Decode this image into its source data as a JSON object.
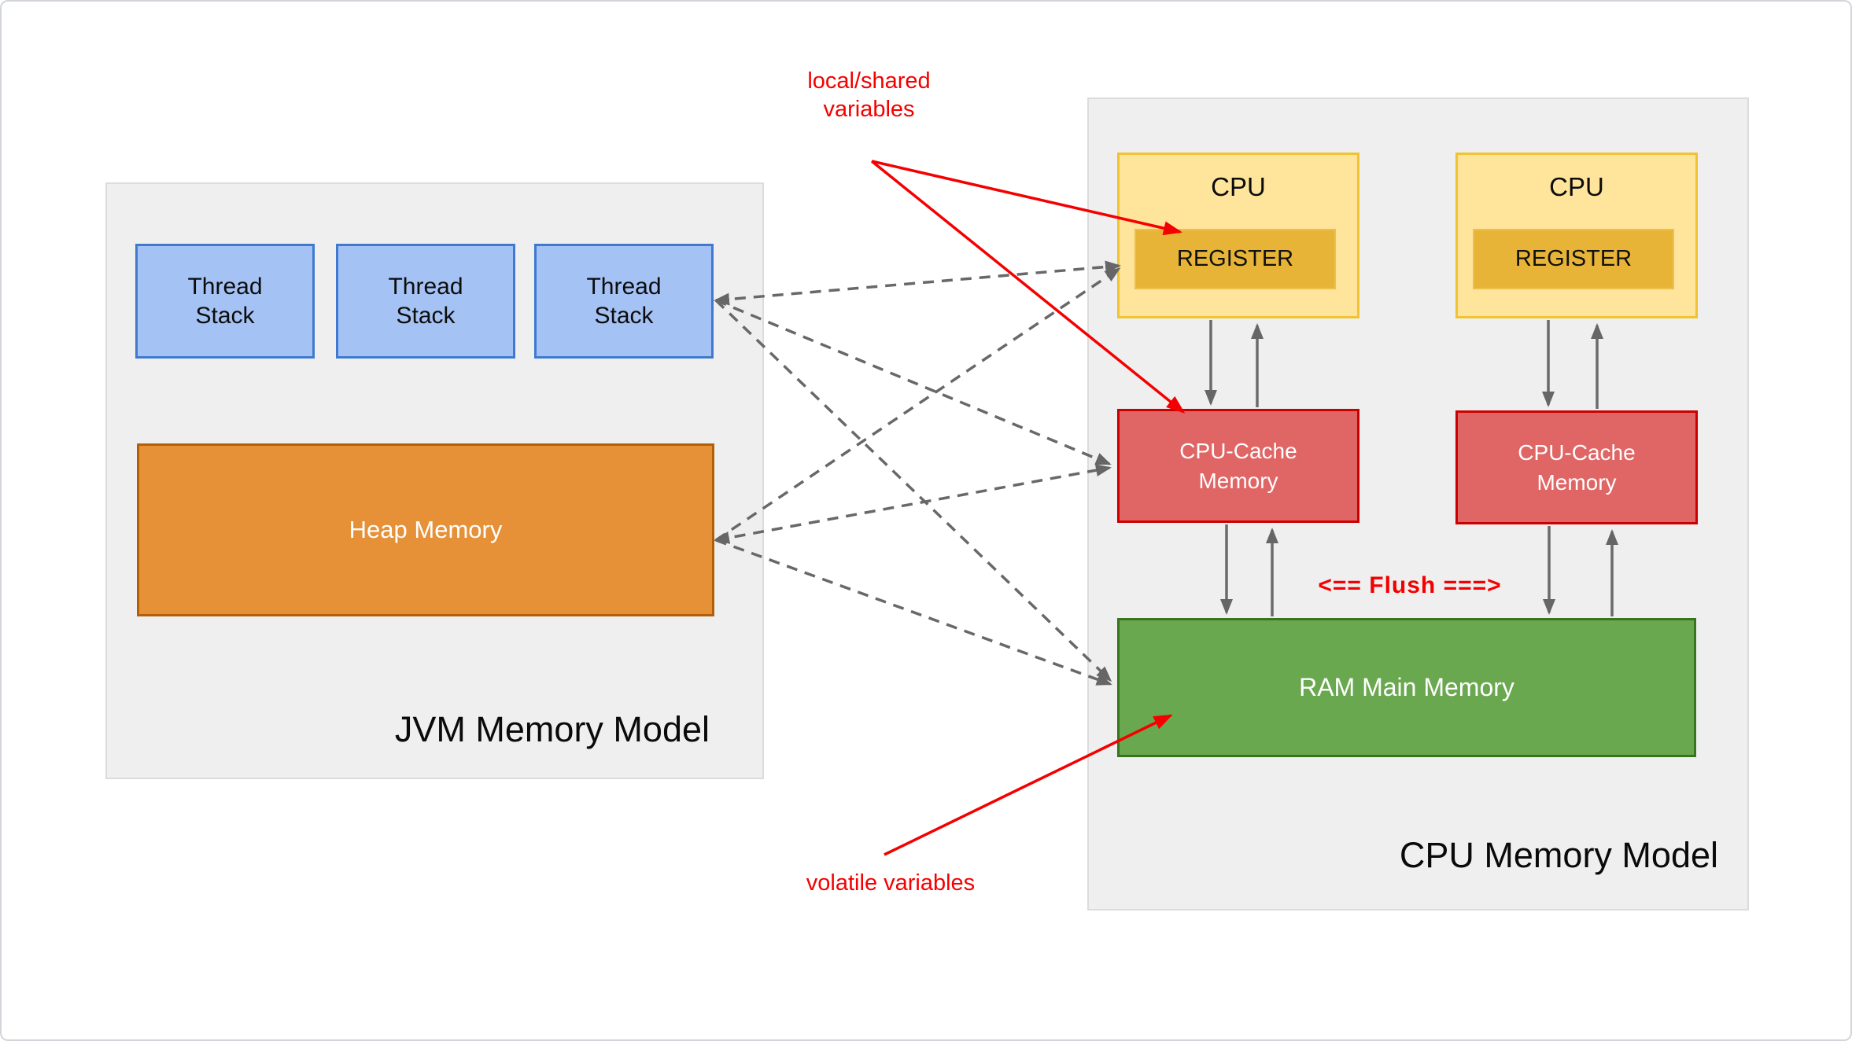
{
  "diagram": {
    "jvm": {
      "title": "JVM Memory Model",
      "thread_stacks": [
        {
          "label": "Thread Stack"
        },
        {
          "label": "Thread Stack"
        },
        {
          "label": "Thread Stack"
        }
      ],
      "heap": {
        "label": "Heap Memory"
      }
    },
    "cpu": {
      "title": "CPU Memory Model",
      "units": [
        {
          "cpu_label": "CPU",
          "register_label": "REGISTER",
          "cache_label": "CPU-Cache Memory"
        },
        {
          "cpu_label": "CPU",
          "register_label": "REGISTER",
          "cache_label": "CPU-Cache Memory"
        }
      ],
      "ram": {
        "label": "RAM Main Memory"
      },
      "flush_label": "<== Flush ===>"
    },
    "annotations": {
      "local_shared": "local/shared variables",
      "volatile": "volatile variables"
    },
    "colors": {
      "container_fill": "#efefef",
      "thread_stack_fill": "#a4c2f4",
      "thread_stack_border": "#3f7ad0",
      "heap_fill": "#e69138",
      "heap_border": "#b45f06",
      "cpu_fill": "#ffe49c",
      "cpu_border": "#f1c232",
      "register_fill": "#e7b437",
      "cache_fill": "#e06666",
      "cache_border": "#cc0000",
      "ram_fill": "#6aa84f",
      "ram_border": "#38761d",
      "annotation_red": "#f50000",
      "arrow_gray": "#666666"
    }
  }
}
